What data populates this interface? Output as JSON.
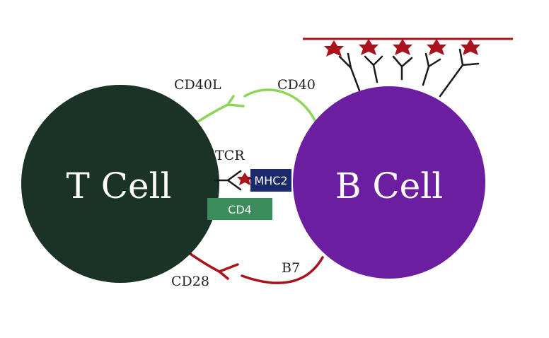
{
  "diagram": {
    "t_cell": {
      "label": "T Cell",
      "color": "#1a3326"
    },
    "b_cell": {
      "label": "B Cell",
      "color": "#6b1fa0"
    },
    "labels": {
      "cd40l": "CD40L",
      "cd40": "CD40",
      "tcr": "TCR",
      "mhc2": "MHC2",
      "cd4": "CD4",
      "cd28": "CD28",
      "b7": "B7"
    },
    "colors": {
      "cd40_link": "#8ed65a",
      "b7_link": "#a8131c",
      "antigen": "#a8131c",
      "mhc2_box": "#1a2a6c",
      "cd4_box": "#3a8c5a",
      "receptor": "#1a1a1a"
    }
  }
}
